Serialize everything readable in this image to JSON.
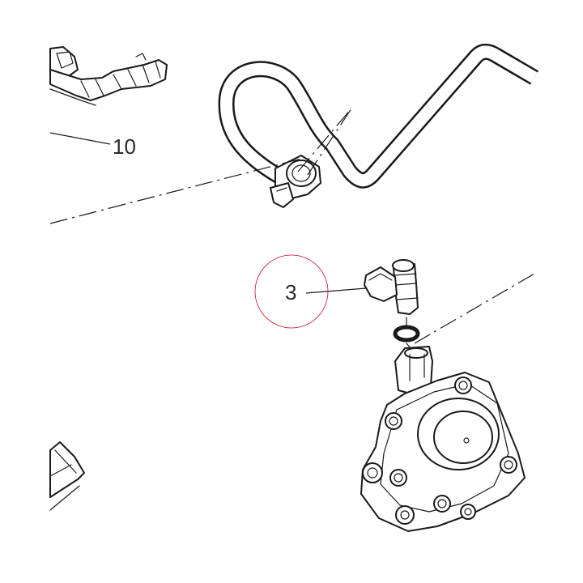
{
  "callouts": [
    {
      "id": "10",
      "label": "10"
    },
    {
      "id": "3",
      "label": "3"
    }
  ],
  "highlight_color": "#c8102e"
}
